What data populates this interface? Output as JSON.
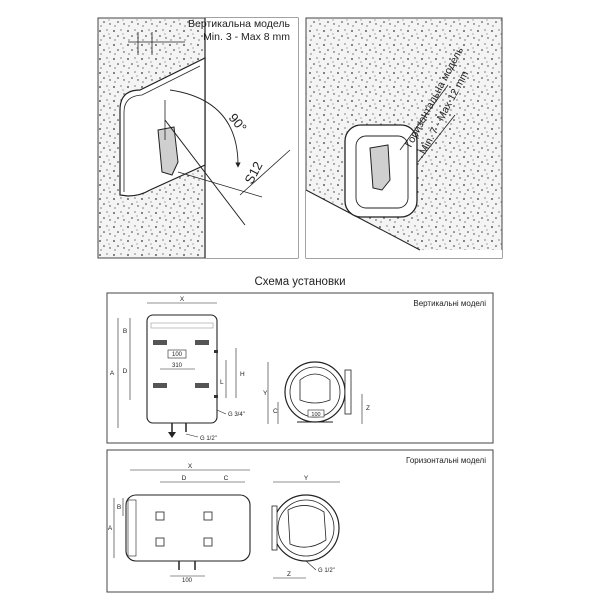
{
  "top_left": {
    "label_title": "Вертикальна модель",
    "label_range": "Min. 3 - Max 8 mm",
    "angle": "90°",
    "distance": "S12"
  },
  "top_right": {
    "label_title": "Горизонтальна модель",
    "label_range": "Min. 7 - Max 12 mm"
  },
  "section_title": "Схема установки",
  "vertical_panel": {
    "title": "Вертикальні моделі",
    "dims": {
      "x": "X",
      "a": "A",
      "b": "B",
      "d": "D",
      "h": "H",
      "l": "L",
      "y": "Y",
      "c": "C",
      "z": "Z",
      "d100": "100",
      "d310": "310",
      "d100_side": "100",
      "g34": "G 3/4\"",
      "g12": "G 1/2\""
    }
  },
  "horizontal_panel": {
    "title": "Горизонтальні моделі",
    "dims": {
      "x": "X",
      "d": "D",
      "c": "C",
      "a": "A",
      "b": "B",
      "y": "Y",
      "z": "Z",
      "d100": "100",
      "g12": "G 1/2\""
    }
  }
}
